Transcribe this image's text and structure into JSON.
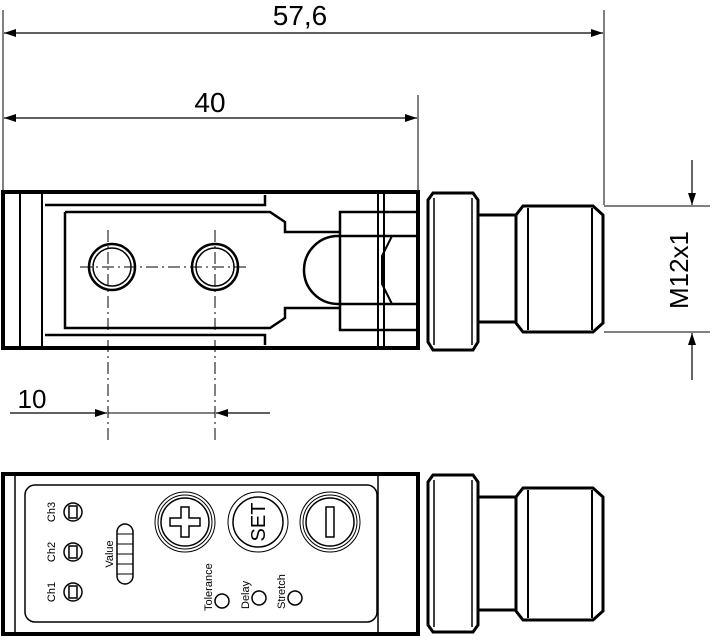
{
  "dimensions": {
    "overall_length": "57,6",
    "body_length": "40",
    "hole_offset": "10",
    "thread": "M12x1"
  },
  "panel": {
    "channels": [
      "Ch1",
      "Ch2",
      "Ch3"
    ],
    "value_label": "Value",
    "buttons": {
      "plus": "+",
      "set": "SET",
      "minus": "−"
    },
    "indicators": [
      "Tolerance",
      "Delay",
      "Stretch"
    ]
  },
  "colors": {
    "line": "#000000",
    "background": "#ffffff"
  }
}
